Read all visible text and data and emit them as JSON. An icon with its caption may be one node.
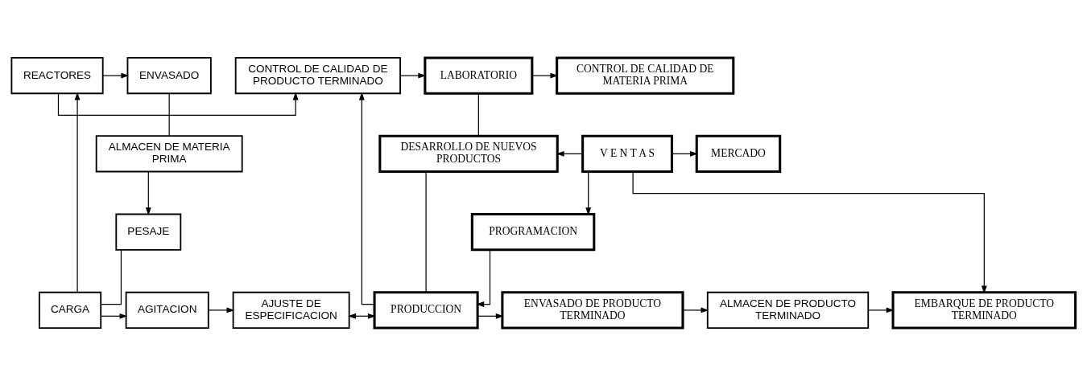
{
  "diagram": {
    "nodes": [
      {
        "text": [
          "ENVASADO"
        ]
      },
      {
        "text": [
          "REACTORES"
        ]
      },
      {
        "text": [
          "CONTROL DE CALIDAD DE PRODUCTO TERMINADO"
        ]
      },
      {
        "text": [
          "LABORATORIO"
        ]
      },
      {
        "text": [
          "CONTROL DE CALIDAD DE MATERIA PRIMA"
        ]
      },
      {
        "text": [
          "ALMACEN DE MATERIA PRIMA"
        ]
      },
      {
        "text": [
          "DESARROLLO DE NUEVOS PRODUCTOS"
        ]
      },
      {
        "text": [
          "V E N T A S"
        ]
      },
      {
        "text": [
          "MERCADO"
        ]
      },
      {
        "text": [
          "PESAJE"
        ]
      },
      {
        "text": [
          "PROGRAMACION"
        ]
      },
      {
        "text": [
          "CARGA"
        ]
      },
      {
        "text": [
          "AGITACION"
        ]
      },
      {
        "text": [
          "AJUSTE DE ESPECIFICACION"
        ]
      },
      {
        "text": [
          "PRODUCCION"
        ]
      },
      {
        "text": [
          "ENVASADO DE PRODUCTO TERMINADO"
        ]
      },
      {
        "text": [
          "ALMACEN DE PRODUCTO TERMINADO"
        ]
      },
      {
        "text": [
          "EMBARQUE DE PRODUCTO TERMINADO"
        ]
      }
    ],
    "edges": [
      {
        "from": 1,
        "to": 0,
        "arrow": "to"
      },
      {
        "from": 1,
        "to": 2,
        "arrow": "to"
      },
      {
        "from": 2,
        "to": 3,
        "arrow": "to"
      },
      {
        "from": 3,
        "to": 4,
        "arrow": "to"
      },
      {
        "from": 0,
        "to": 5,
        "arrow": "none"
      },
      {
        "from": 5,
        "to": 9,
        "arrow": "to"
      },
      {
        "from": 9,
        "to": 11,
        "arrow": "none"
      },
      {
        "from": 11,
        "to": 12,
        "arrow": "to"
      },
      {
        "from": 11,
        "to": 1,
        "arrow": "to"
      },
      {
        "from": 12,
        "to": 13,
        "arrow": "to"
      },
      {
        "from": 13,
        "to": 14,
        "arrow": "both"
      },
      {
        "from": 14,
        "to": 2,
        "arrow": "to"
      },
      {
        "from": 3,
        "to": 6,
        "arrow": "none"
      },
      {
        "from": 7,
        "to": 6,
        "arrow": "to"
      },
      {
        "from": 7,
        "to": 8,
        "arrow": "to"
      },
      {
        "from": 7,
        "to": 10,
        "arrow": "to"
      },
      {
        "from": 7,
        "to": 17,
        "arrow": "to"
      },
      {
        "from": 6,
        "to": 14,
        "arrow": "none"
      },
      {
        "from": 10,
        "to": 14,
        "arrow": "to"
      },
      {
        "from": 14,
        "to": 15,
        "arrow": "to"
      },
      {
        "from": 15,
        "to": 16,
        "arrow": "to"
      },
      {
        "from": 16,
        "to": 17,
        "arrow": "to"
      }
    ]
  }
}
